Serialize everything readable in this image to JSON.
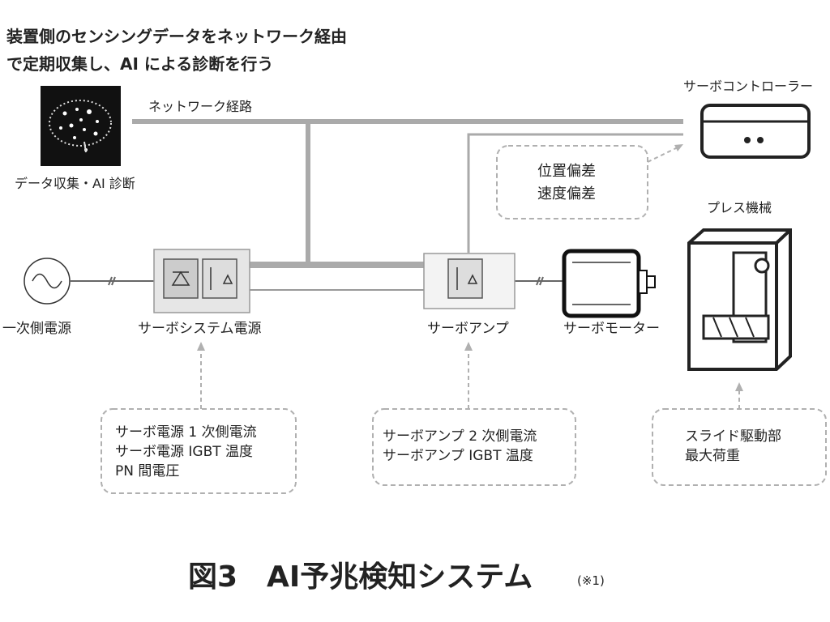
{
  "header": {
    "line1": "装置側のセンシングデータをネットワーク経由",
    "line2": "で定期収集し、AI による診断を行う"
  },
  "nodes": {
    "ai": "データ収集・AI 診断",
    "network": "ネットワーク経路",
    "controller": "サーボコントローラー",
    "press": "プレス機械",
    "source": "一次側電源",
    "power": "サーボシステム電源",
    "amp": "サーボアンプ",
    "motor": "サーボモーター"
  },
  "data_boxes": {
    "controller": [
      "位置偏差",
      "速度偏差"
    ],
    "power": [
      "サーボ電源 1 次側電流",
      "サーボ電源 IGBT 温度",
      "PN 間電圧"
    ],
    "amp": [
      "サーボアンプ 2 次側電流",
      "サーボアンプ IGBT 温度"
    ],
    "press": [
      "スライド駆動部",
      "最大荷重"
    ]
  },
  "caption": {
    "title": "図3　AI予兆検知システム",
    "note": "(※1)"
  },
  "colors": {
    "bus": "#aaaaaa",
    "dash": "#b0b0b0",
    "box": "#e6e6e6"
  }
}
